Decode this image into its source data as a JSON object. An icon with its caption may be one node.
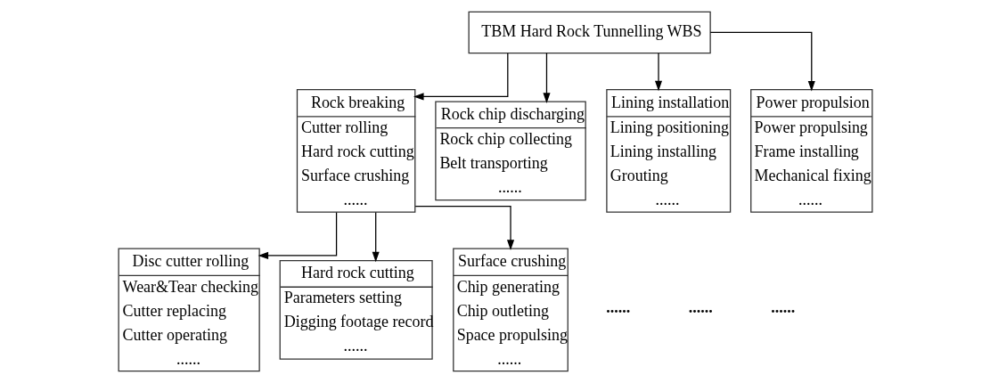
{
  "diagram": {
    "nodes": [
      {
        "text": [
          "TBM Hard Rock Tunnelling WBS"
        ]
      },
      {
        "text": [
          "Rock breaking",
          "Cutter rolling",
          "Hard rock cutting",
          "Surface crushing",
          "......"
        ]
      },
      {
        "text": [
          "Rock chip discharging",
          "Rock chip collecting",
          "Belt transporting",
          "......"
        ]
      },
      {
        "text": [
          "Lining installation",
          "Lining positioning",
          "Lining installing",
          "Grouting",
          "......"
        ]
      },
      {
        "text": [
          "Power propulsion",
          "Power propulsing",
          "Frame installing",
          "Mechanical fixing",
          "......"
        ]
      },
      {
        "text": [
          "Disc cutter rolling",
          "Wear&Tear checking",
          "Cutter replacing",
          "Cutter operating",
          "......"
        ]
      },
      {
        "text": [
          "Hard rock cutting",
          "Parameters setting",
          "Digging footage record",
          "......"
        ]
      },
      {
        "text": [
          "Surface crushing",
          "Chip generating",
          "Chip outleting",
          "Space propulsing",
          "......"
        ]
      }
    ],
    "edges": [
      {
        "from": 0,
        "to": 1,
        "arrow": "to"
      },
      {
        "from": 0,
        "to": 2,
        "arrow": "to"
      },
      {
        "from": 0,
        "to": 3,
        "arrow": "to"
      },
      {
        "from": 0,
        "to": 4,
        "arrow": "to"
      },
      {
        "from": 1,
        "to": 5,
        "arrow": "to"
      },
      {
        "from": 1,
        "to": 6,
        "arrow": "to"
      },
      {
        "from": 1,
        "to": 7,
        "arrow": "to"
      }
    ],
    "labels": [
      "......",
      "......",
      "......"
    ]
  }
}
